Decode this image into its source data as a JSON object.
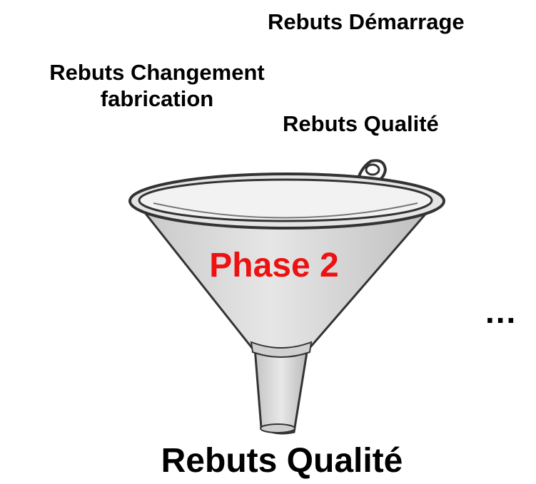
{
  "inputs": {
    "demarrage": "Rebuts Démarrage",
    "changement_line1": "Rebuts Changement",
    "changement_line2": "fabrication",
    "qualite": "Rebuts Qualité",
    "more": "..."
  },
  "funnel": {
    "phase_label": "Phase 2",
    "phase_color": "#ee1111",
    "body_color": "#d9d9d9",
    "outline_color": "#333333"
  },
  "output": {
    "label": "Rebuts Qualité"
  }
}
